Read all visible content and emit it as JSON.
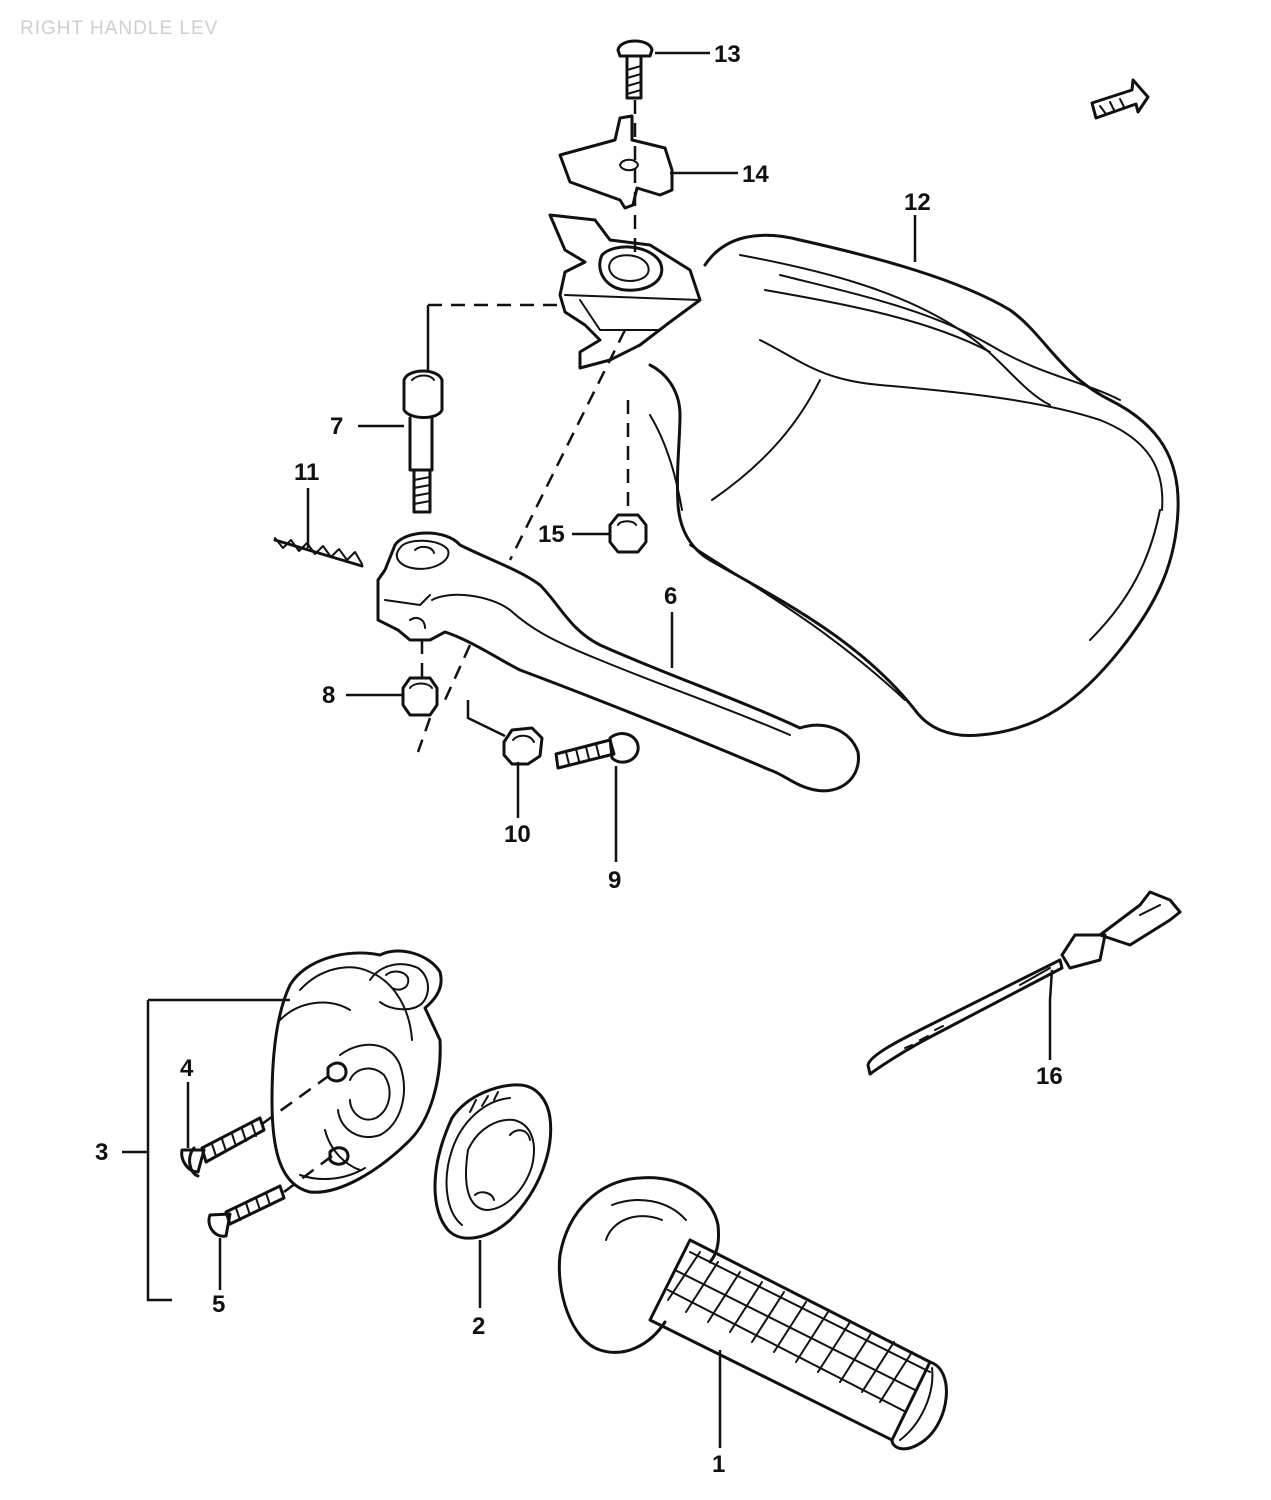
{
  "title": "RIGHT HANDLE LEV",
  "parts": [
    "1",
    "2",
    "3",
    "4",
    "5",
    "6",
    "7",
    "8",
    "9",
    "10",
    "11",
    "12",
    "13",
    "14",
    "15",
    "16"
  ],
  "icons": {
    "direction_marker": "arrow-icon"
  }
}
